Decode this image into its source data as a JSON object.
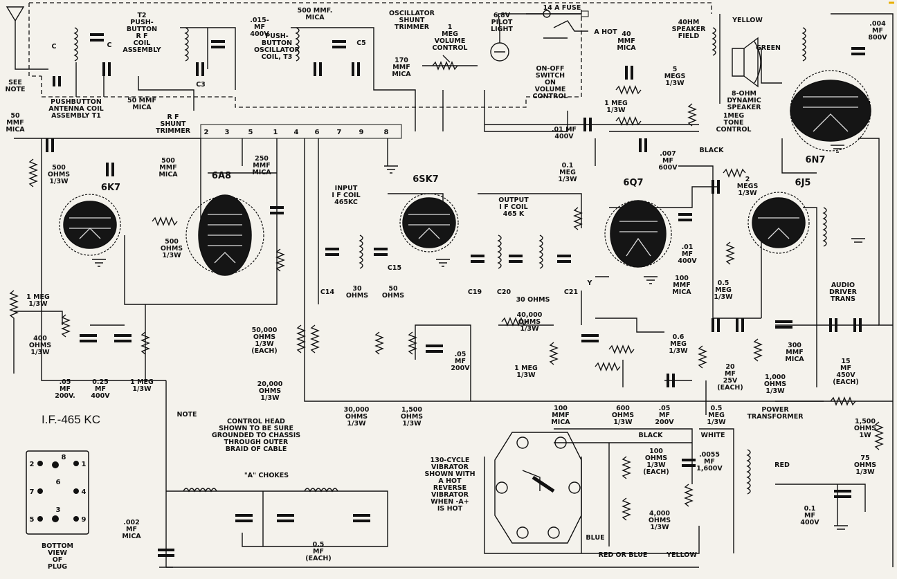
{
  "labels": {
    "c_left": "C",
    "c_right": "C",
    "see_note": "SEE\nNOTE",
    "antenna_coil": "PUSHBUTTON\nANTENNA COIL\nASSEMBLY T1",
    "t2": "T2\nPUSH-\nBUTTON\nR F\nCOIL\nASSEMBLY",
    "c15_mf": ".015-\nMF\n400V",
    "c3": "C3",
    "mica_50_top": "50 MMF\nMICA",
    "rf_shunt": "R F\nSHUNT\nTRIMMER",
    "mica_500_top": "500 MMF.\nMICA",
    "osc_coil": "PUSH-\nBUTTON\nOSCILLATOR\nCOIL, T3",
    "c5": "C5",
    "osc_trimmer": "OSCILLATOR\nSHUNT\nTRIMMER",
    "mica_170": "170\nMMF\nMICA",
    "volume": "1\nMEG\nVOLUME\nCONTROL",
    "pilot": "6.8V\nPILOT\nLIGHT",
    "fuse": "14 A FUSE",
    "a_hot": "A HOT",
    "on_off": "ON-OFF\nSWITCH\nON\nVOLUME\nCONTROL",
    "mica_40": "40\nMMF\nMICA",
    "megs_5": "5\nMEGS\n1/3W",
    "speaker_field": "40HM\nSPEAKER\nFIELD",
    "yellow_top": "YELLOW",
    "green": "GREEN",
    "c004": ".004\nMF\n800V",
    "speaker_8": "8-OHM\nDYNAMIC\nSPEAKER",
    "meg1_a": "1 MEG\n1/3W",
    "tone": "1MEG\nTONE\nCONTROL",
    "black_r": "BLACK",
    "c01_400": ".01 MF\n400V",
    "c007": ".007\nMF\n600V",
    "mica_50_left": "50\nMMF\nMICA",
    "ohms_500_a": "500\nOHMS\n1/3W",
    "mica_500_b": "500\nMMF\nMICA",
    "ohms_500_b": "500\nOHMS\n1/3W",
    "mica_250": "250\nMMF\nMICA",
    "input_if": "INPUT\nI F COIL\n465KC",
    "output_if": "OUTPUT\nI F COIL\n465 K",
    "meg_01": "0.1\nMEG\n1/3W",
    "megs_2": "2\nMEGS\n1/3W",
    "c14": "C14",
    "c15": "C15",
    "c19": "C19",
    "c20": "C20",
    "c21": "C21",
    "y": "Y",
    "ohms_30": "30\nOHMS",
    "ohms_50": "50\nOHMS",
    "ohms_30b": "30 OHMS",
    "mf_01_400": ".01\nMF\n400V",
    "mica_100_a": "100\nMMF\nMICA",
    "meg_05_a": "0.5\nMEG\n1/3W",
    "audio_driver": "AUDIO\nDRIVER\nTRANS",
    "meg_1_b": "1 MEG\n1/3W",
    "ohms_400": "400\nOHMS\n1/3W",
    "mf_05_200": ".05\nMF\n200V.",
    "mf_025_400": "0.25\nMF\n400V",
    "meg_1_c": "1 MEG\n1/3W",
    "ohms_50000": "50,000\nOHMS\n1/3W\n(EACH)",
    "ohms_20000": "20,000\nOHMS\n1/3W",
    "ohms_30000": "30,000\nOHMS\n1/3W",
    "ohms_1500_a": "1,500\nOHMS\n1/3W",
    "mf_05_200b": ".05\nMF\n200V",
    "ohms_40000": "40,000\nOHMS\n1/3W",
    "meg_1_d": "1 MEG\n1/3W",
    "meg_06": "0.6\nMEG\n1/3W",
    "mf_20_25": "20\nMF\n25V\n(EACH)",
    "mica_300": "300\nMMF\nMICA",
    "mf_15_450": "15\nMF\n450V\n(EACH)",
    "ohms_1000": "1,000\nOHMS\n1/3W",
    "mica_100_b": "100\nMMF\nMICA",
    "ohms_600": "600\nOHMS\n1/3W",
    "mf_05_200c": ".05\nMF\n200V",
    "meg_05_b": "0.5\nMEG\n1/3W",
    "ohms_1500_b": "1,500\nOHMS\n1W",
    "if_freq": "I.F.-465 KC",
    "note": "NOTE",
    "control_head": "CONTROL HEAD\nSHOWN TO BE SURE\nGROUNDED TO CHASSIS\nTHROUGH OUTER\nBRAID OF CABLE",
    "a_chokes": "\"A\" CHOKES",
    "mica_002": ".002\nMF\nMICA",
    "mf_05_each": "0.5\nMF\n(EACH)",
    "vibrator": "130-CYCLE\nVIBRATOR\nSHOWN WITH\nA HOT\nREVERSE\nVIBRATOR\nWHEN -A+\nIS HOT",
    "black_b": "BLACK",
    "white": "WHITE",
    "power_trans": "POWER\nTRANSFORMER",
    "ohms_100": "100\nOHMS\n1/3W\n(EACH)",
    "mf_0055": ".0055\nMF\n1,600V",
    "ohms_4000": "4,000\nOHMS\n1/3W",
    "red": "RED",
    "ohms_75": "75\nOHMS\n1/3W",
    "mf_01_400b": "0.1\nMF\n400V",
    "blue": "BLUE",
    "red_or_blue": "RED OR BLUE",
    "yellow_b": "YELLOW",
    "bottom_view": "BOTTOM\nVIEW\nOF\nPLUG"
  },
  "tubes": {
    "t6k7": "6K7",
    "t6a8": "6A8",
    "t6sk7": "6SK7",
    "t6q7": "6Q7",
    "t6j5": "6J5",
    "t6n7": "6N7"
  },
  "terminals": [
    "2",
    "3",
    "5",
    "1",
    "4",
    "6",
    "7",
    "9",
    "8"
  ],
  "plug_pins": [
    "2",
    "8",
    "1",
    "6",
    "7",
    "4",
    "3",
    "5",
    "9"
  ],
  "colors": {
    "ink": "#111111",
    "paper": "#f4f2ec",
    "accent": "#e8b000"
  }
}
